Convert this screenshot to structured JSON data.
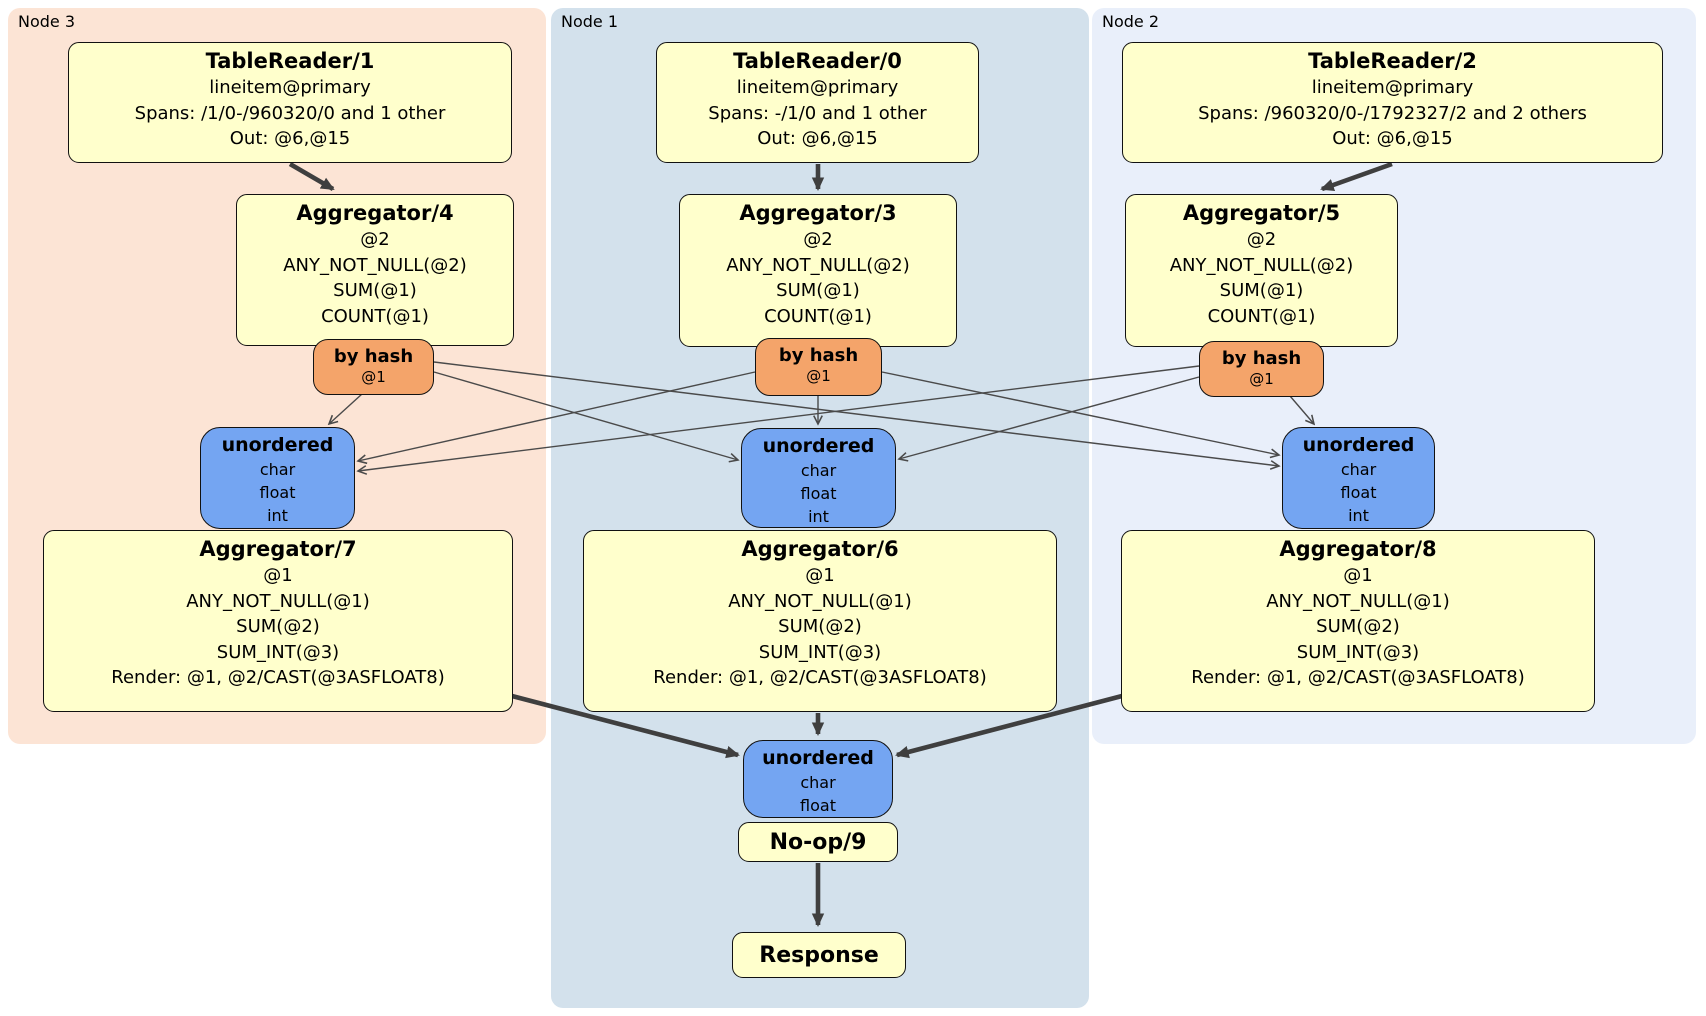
{
  "colors": {
    "canvas-bg": "#ffffff",
    "node3-bg": "#fce4d5",
    "node1-bg": "#d3e1ec",
    "node2-bg": "#e9effa",
    "box-yellow": "#ffffcc",
    "router-orange": "#f4a46a",
    "sync-blue": "#74a5f2",
    "edge-gray": "#4a4a4a",
    "edge-dark": "#3f3f3f"
  },
  "nodes": [
    {
      "label": "Node 3",
      "reader": {
        "title": "TableReader/1",
        "lines": [
          "lineitem@primary",
          "Spans: /1/0-/960320/0 and 1 other",
          "Out: @6,@15"
        ]
      },
      "agg_top": {
        "title": "Aggregator/4",
        "lines": [
          "@2",
          "ANY_NOT_NULL(@2)",
          "SUM(@1)",
          "COUNT(@1)"
        ]
      },
      "router": {
        "title": "by hash",
        "detail": "@1"
      },
      "sync": {
        "title": "unordered",
        "lines": [
          "char",
          "float",
          "int"
        ]
      },
      "agg_bottom": {
        "title": "Aggregator/7",
        "lines": [
          "@1",
          "ANY_NOT_NULL(@1)",
          "SUM(@2)",
          "SUM_INT(@3)",
          "Render: @1, @2/CAST(@3ASFLOAT8)"
        ]
      }
    },
    {
      "label": "Node 1",
      "reader": {
        "title": "TableReader/0",
        "lines": [
          "lineitem@primary",
          "Spans: -/1/0 and 1 other",
          "Out: @6,@15"
        ]
      },
      "agg_top": {
        "title": "Aggregator/3",
        "lines": [
          "@2",
          "ANY_NOT_NULL(@2)",
          "SUM(@1)",
          "COUNT(@1)"
        ]
      },
      "router": {
        "title": "by hash",
        "detail": "@1"
      },
      "sync": {
        "title": "unordered",
        "lines": [
          "char",
          "float",
          "int"
        ]
      },
      "agg_bottom": {
        "title": "Aggregator/6",
        "lines": [
          "@1",
          "ANY_NOT_NULL(@1)",
          "SUM(@2)",
          "SUM_INT(@3)",
          "Render: @1, @2/CAST(@3ASFLOAT8)"
        ]
      }
    },
    {
      "label": "Node 2",
      "reader": {
        "title": "TableReader/2",
        "lines": [
          "lineitem@primary",
          "Spans: /960320/0-/1792327/2 and 2 others",
          "Out: @6,@15"
        ]
      },
      "agg_top": {
        "title": "Aggregator/5",
        "lines": [
          "@2",
          "ANY_NOT_NULL(@2)",
          "SUM(@1)",
          "COUNT(@1)"
        ]
      },
      "router": {
        "title": "by hash",
        "detail": "@1"
      },
      "sync": {
        "title": "unordered",
        "lines": [
          "char",
          "float",
          "int"
        ]
      },
      "agg_bottom": {
        "title": "Aggregator/8",
        "lines": [
          "@1",
          "ANY_NOT_NULL(@1)",
          "SUM(@2)",
          "SUM_INT(@3)",
          "Render: @1, @2/CAST(@3ASFLOAT8)"
        ]
      }
    }
  ],
  "output": {
    "sync": {
      "title": "unordered",
      "lines": [
        "char",
        "float"
      ]
    },
    "noop": {
      "title": "No-op/9"
    },
    "response": {
      "title": "Response"
    }
  }
}
